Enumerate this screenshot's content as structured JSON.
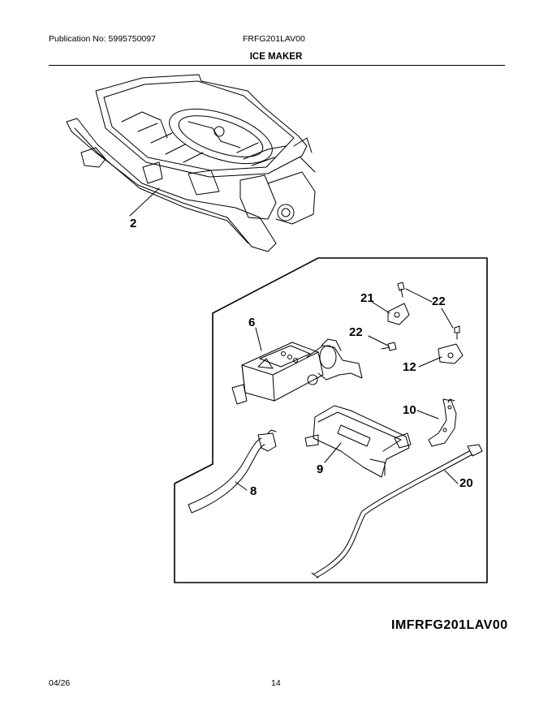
{
  "header": {
    "publication": "Publication No: 5995750097",
    "model": "FRFG201LAV00",
    "section_title": "ICE MAKER"
  },
  "callouts": {
    "c2": "2",
    "c6": "6",
    "c8": "8",
    "c9": "9",
    "c10": "10",
    "c12": "12",
    "c20": "20",
    "c21": "21",
    "c22a": "22",
    "c22b": "22"
  },
  "diagram_code": "IMFRFG201LAV00",
  "footer": {
    "date": "04/26",
    "page": "14"
  }
}
